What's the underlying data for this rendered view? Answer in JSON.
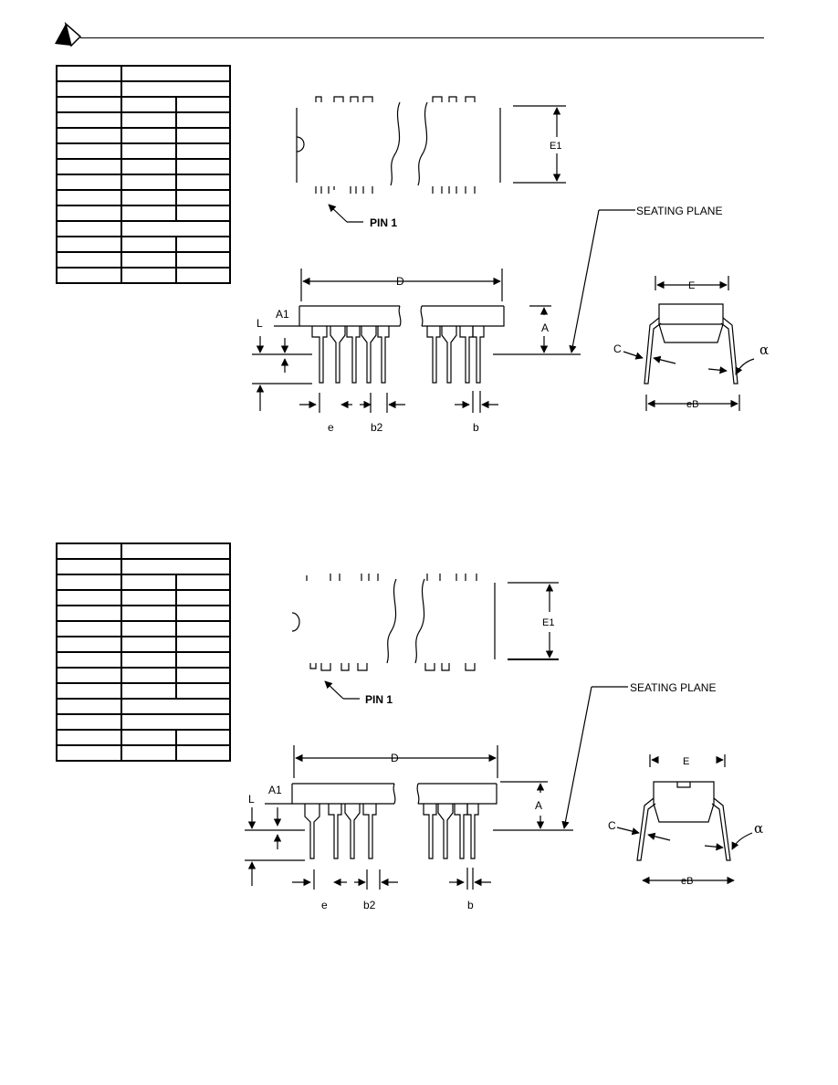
{
  "header": {
    "logo": "company-logo"
  },
  "packages": [
    {
      "table": {
        "rows": 14
      },
      "labels": {
        "pin1": "PIN 1",
        "seating_plane": "SEATING PLANE",
        "e1": "E1",
        "d": "D",
        "a1": "A1",
        "l": "L",
        "a": "A",
        "e_pitch": "e",
        "b2": "b2",
        "b": "b",
        "e_width": "E",
        "c": "C",
        "alpha": "α",
        "eb": "eB"
      }
    },
    {
      "table": {
        "rows": 14
      },
      "labels": {
        "pin1": "PIN 1",
        "seating_plane": "SEATING PLANE",
        "e1": "E1",
        "d": "D",
        "a1": "A1",
        "l": "L",
        "a": "A",
        "e_pitch": "e",
        "b2": "b2",
        "b": "b",
        "e_width": "E",
        "c": "C",
        "alpha": "α",
        "eb": "eB"
      }
    }
  ]
}
